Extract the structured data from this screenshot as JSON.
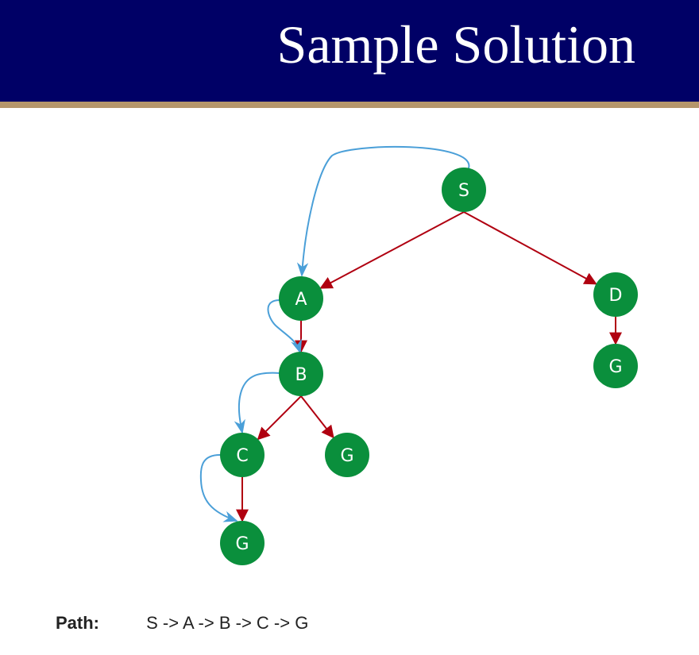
{
  "header": {
    "title": "Sample Solution"
  },
  "colors": {
    "header_bg": "#000066",
    "header_rule": "#b5966b",
    "node_fill": "#0a8f3c",
    "tree_edge": "#b00010",
    "trace_arrow": "#4a9fd8"
  },
  "tree": {
    "nodes": [
      {
        "id": "s",
        "label": "S"
      },
      {
        "id": "a",
        "label": "A"
      },
      {
        "id": "d",
        "label": "D"
      },
      {
        "id": "b",
        "label": "B"
      },
      {
        "id": "g1",
        "label": "G"
      },
      {
        "id": "c",
        "label": "C"
      },
      {
        "id": "g2",
        "label": "G"
      },
      {
        "id": "g3",
        "label": "G"
      }
    ],
    "edges": [
      {
        "from": "s",
        "to": "a"
      },
      {
        "from": "s",
        "to": "d"
      },
      {
        "from": "a",
        "to": "b"
      },
      {
        "from": "d",
        "to": "g1"
      },
      {
        "from": "b",
        "to": "c"
      },
      {
        "from": "b",
        "to": "g2"
      },
      {
        "from": "c",
        "to": "g3"
      }
    ],
    "trace": [
      {
        "from": "s",
        "to": "a"
      },
      {
        "from": "a",
        "to": "b"
      },
      {
        "from": "b",
        "to": "c"
      },
      {
        "from": "c",
        "to": "g3"
      }
    ]
  },
  "path": {
    "label": "Path:",
    "value": "S -> A -> B -> C -> G"
  }
}
